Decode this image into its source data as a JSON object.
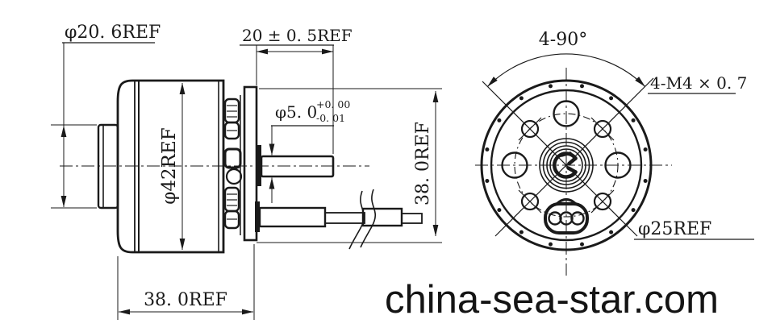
{
  "colors": {
    "ink": "#1a1a1a",
    "background": "#ffffff"
  },
  "watermark": "china-sea-star.com",
  "side_view": {
    "boss_diameter_label": "φ20. 6REF",
    "shaft_length_label": "20 ± 0. 5REF",
    "shaft_diameter_label": "φ5. 0",
    "shaft_diameter_tol_upper": "+0. 00",
    "shaft_diameter_tol_lower": "-0. 01",
    "body_diameter_label": "φ42REF",
    "flange_height_label": "38. 0REF",
    "body_length_label": "38. 0REF"
  },
  "end_view": {
    "hole_angle_label": "4-90°",
    "thread_label": "4-M4 × 0. 7",
    "bolt_circle_label": "φ25REF"
  }
}
